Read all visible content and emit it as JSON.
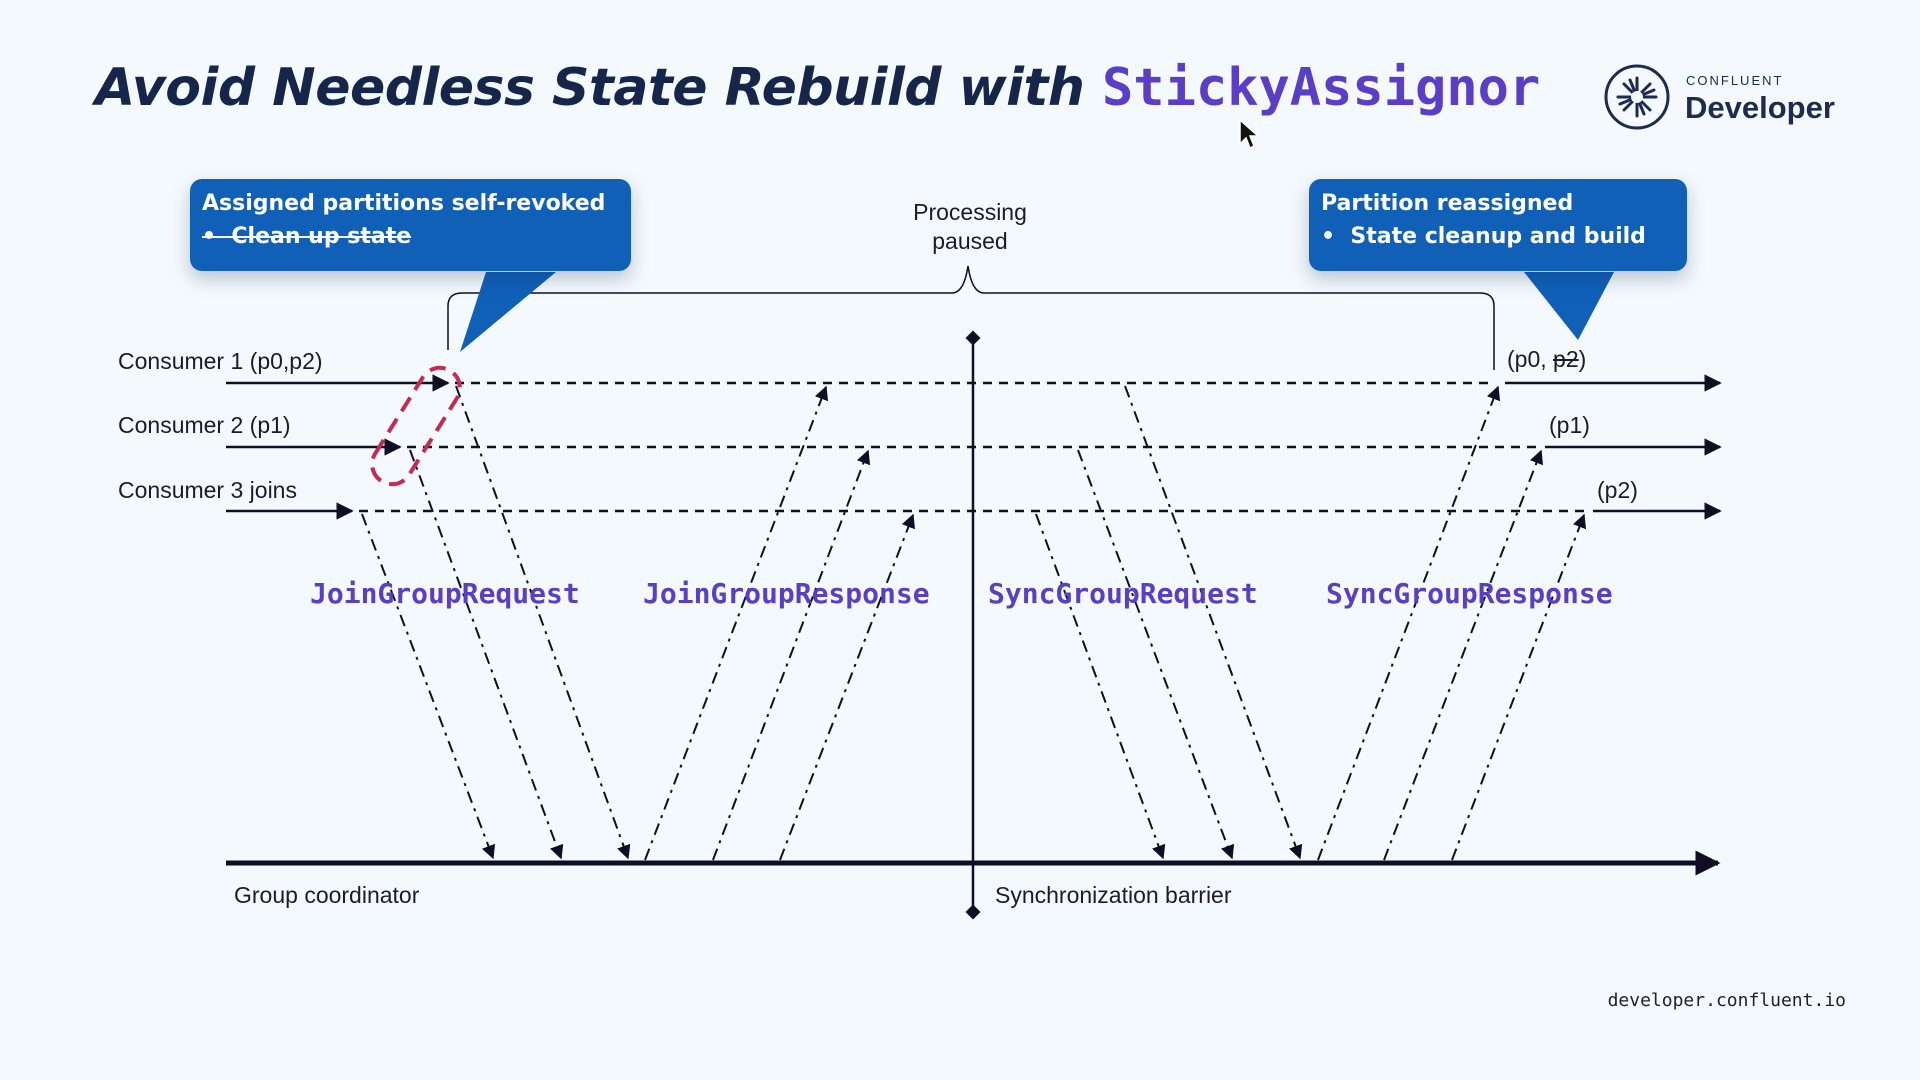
{
  "title": {
    "text": "Avoid Needless State Rebuild with ",
    "code": "StickyAssignor"
  },
  "logo": {
    "small": "CONFLUENT",
    "big": "Developer",
    "icon": "confluent-starburst-icon"
  },
  "url": "developer.confluent.io",
  "callouts": {
    "left": {
      "title": "Assigned partitions self-revoked",
      "item": "Clean up state",
      "item_struck": true
    },
    "right": {
      "title": "Partition reassigned",
      "item": "State cleanup and build"
    }
  },
  "pause": {
    "line1": "Processing",
    "line2": "paused"
  },
  "consumers": [
    {
      "label": "Consumer 1 (p0,p2)",
      "final": "(p0, ",
      "final_struck": "p2",
      "final_end": ")"
    },
    {
      "label": "Consumer 2 (p1)",
      "final": "(p1)"
    },
    {
      "label": "Consumer 3 joins",
      "final": "(p2)"
    }
  ],
  "messages": {
    "join_request": "JoinGroupRequest",
    "join_response": "JoinGroupResponse",
    "sync_request": "SyncGroupRequest",
    "sync_response": "SyncGroupResponse"
  },
  "coordinator": "Group coordinator",
  "barrier": "Synchronization barrier",
  "colors": {
    "background": "#f3f9fd",
    "title": "#15264a",
    "code": "#5a3ec8",
    "callout": "#1160b8",
    "highlight": "#c8294f",
    "line": "#0e0e24"
  }
}
